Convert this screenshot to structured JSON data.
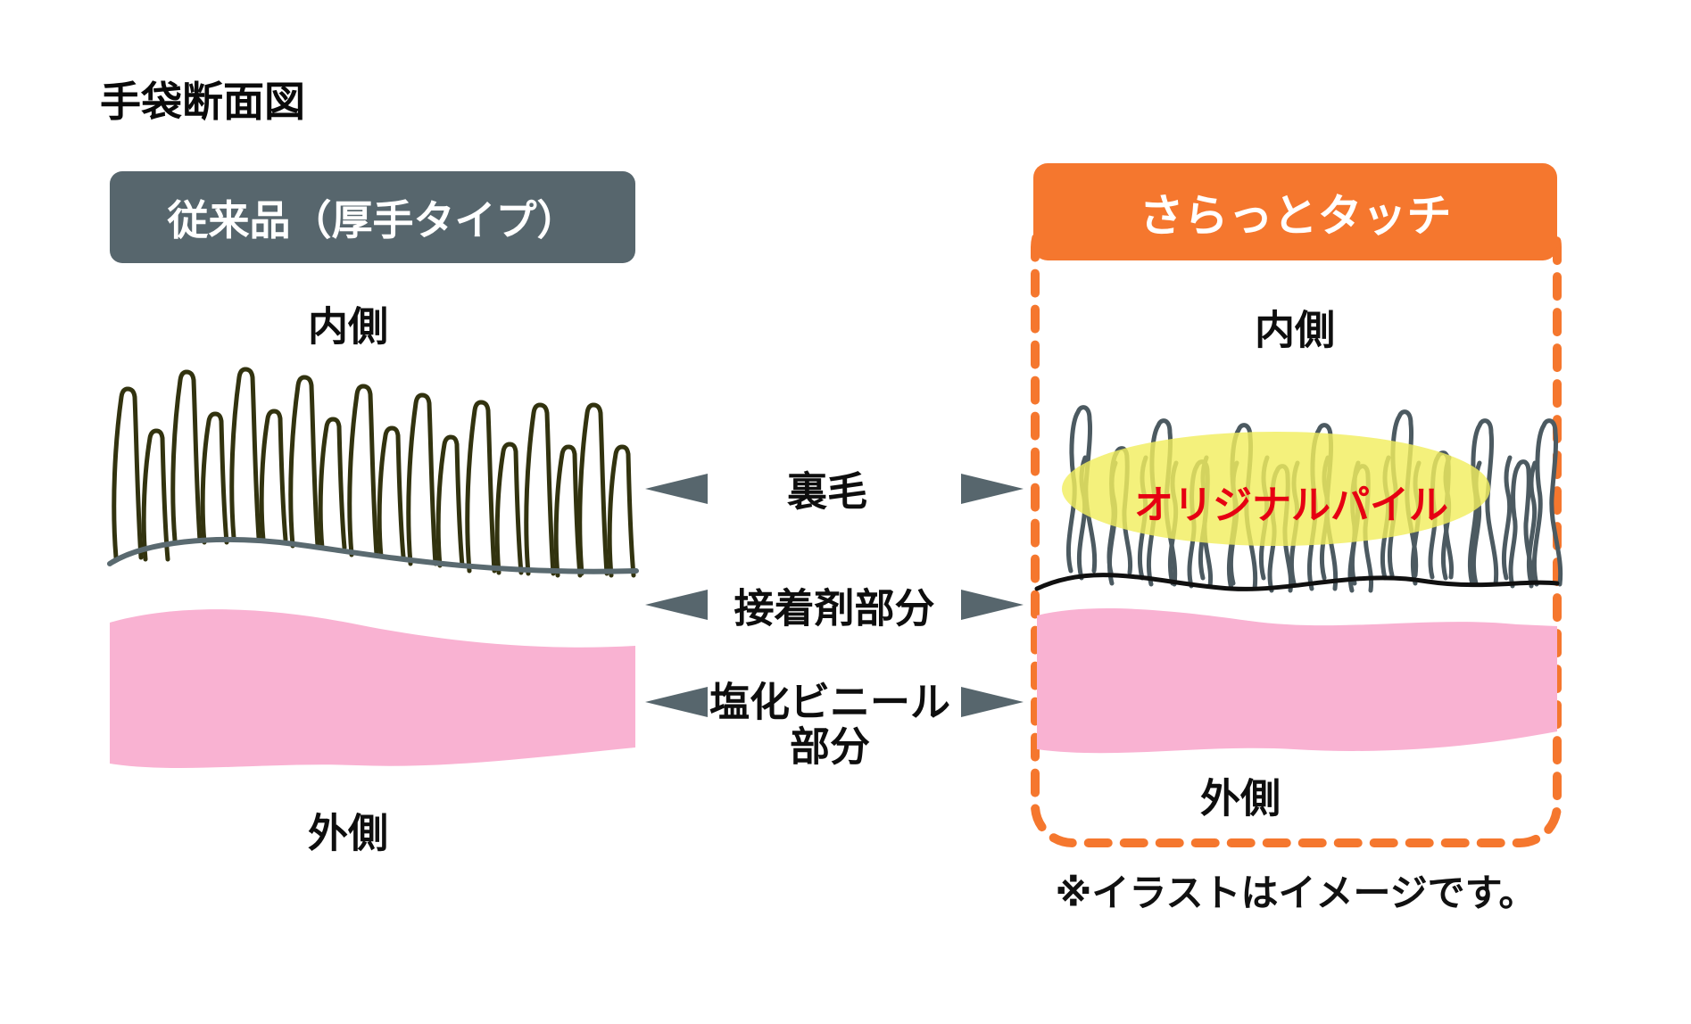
{
  "title": "手袋断面図",
  "left_panel": {
    "header": "従来品（厚手タイプ）",
    "inner_label": "内側",
    "outer_label": "外側"
  },
  "right_panel": {
    "header": "さらっとタッチ",
    "inner_label": "内側",
    "outer_label": "外側",
    "pile_label": "オリジナルパイル",
    "note": "※イラストはイメージです。"
  },
  "layer_labels": {
    "lining": "裏毛",
    "adhesive": "接着剤部分",
    "vinyl_line1": "塩化ビニール",
    "vinyl_line2": "部分"
  },
  "colors": {
    "orange": "#f5772e",
    "slate": "#57666d",
    "slate2": "#4c5a61",
    "olive": "#32330f",
    "pink": "#f9b2d2",
    "yellow": "#f1ee5f",
    "red": "#e60012"
  }
}
